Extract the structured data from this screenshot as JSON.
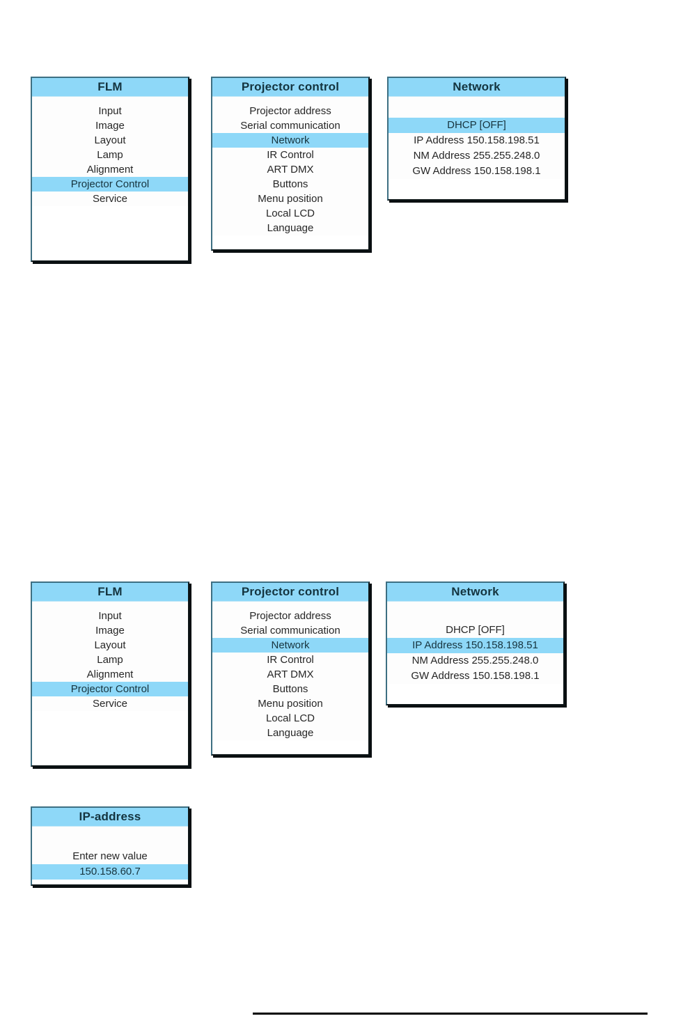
{
  "theme": {
    "accent": "#8ed8f8",
    "panel_bg": "#fdfdfd",
    "border": "#3d6f82",
    "shadow": "#0a0f11",
    "text": "#262626"
  },
  "panels": [
    {
      "id": "flm-1",
      "name": "flm-main-menu",
      "title": "FLM",
      "rows": [
        {
          "label": "Input",
          "selected": false
        },
        {
          "label": "Image",
          "selected": false
        },
        {
          "label": "Layout",
          "selected": false
        },
        {
          "label": "Lamp",
          "selected": false
        },
        {
          "label": "Alignment",
          "selected": false
        },
        {
          "label": "Projector Control",
          "selected": true
        },
        {
          "label": "Service",
          "selected": false
        }
      ]
    },
    {
      "id": "pc-1",
      "name": "projector-control-menu",
      "title": "Projector control",
      "rows": [
        {
          "label": "Projector address",
          "selected": false
        },
        {
          "label": "Serial communication",
          "selected": false
        },
        {
          "label": "Network",
          "selected": true
        },
        {
          "label": "IR Control",
          "selected": false
        },
        {
          "label": "ART DMX",
          "selected": false
        },
        {
          "label": "Buttons",
          "selected": false
        },
        {
          "label": "Menu position",
          "selected": false
        },
        {
          "label": "Local LCD",
          "selected": false
        },
        {
          "label": "Language",
          "selected": false
        }
      ]
    },
    {
      "id": "net-1",
      "name": "network-menu-dhcp-selected",
      "title": "Network",
      "rows": [
        {
          "label": "",
          "selected": false,
          "blank": true
        },
        {
          "label": "DHCP [OFF]",
          "selected": true
        },
        {
          "label": "IP Address 150.158.198.51",
          "selected": false
        },
        {
          "label": "NM Address 255.255.248.0",
          "selected": false
        },
        {
          "label": "GW Address 150.158.198.1",
          "selected": false
        }
      ]
    },
    {
      "id": "flm-2",
      "name": "flm-main-menu",
      "title": "FLM",
      "rows": [
        {
          "label": "Input",
          "selected": false
        },
        {
          "label": "Image",
          "selected": false
        },
        {
          "label": "Layout",
          "selected": false
        },
        {
          "label": "Lamp",
          "selected": false
        },
        {
          "label": "Alignment",
          "selected": false
        },
        {
          "label": "Projector Control",
          "selected": true
        },
        {
          "label": "Service",
          "selected": false
        }
      ]
    },
    {
      "id": "pc-2",
      "name": "projector-control-menu",
      "title": "Projector control",
      "rows": [
        {
          "label": "Projector address",
          "selected": false
        },
        {
          "label": "Serial communication",
          "selected": false
        },
        {
          "label": "Network",
          "selected": true
        },
        {
          "label": "IR Control",
          "selected": false
        },
        {
          "label": "ART DMX",
          "selected": false
        },
        {
          "label": "Buttons",
          "selected": false
        },
        {
          "label": "Menu position",
          "selected": false
        },
        {
          "label": "Local LCD",
          "selected": false
        },
        {
          "label": "Language",
          "selected": false
        }
      ]
    },
    {
      "id": "net-2",
      "name": "network-menu-ip-selected",
      "title": "Network",
      "rows": [
        {
          "label": "",
          "selected": false,
          "blank": true
        },
        {
          "label": "DHCP [OFF]",
          "selected": false
        },
        {
          "label": "IP Address 150.158.198.51",
          "selected": true
        },
        {
          "label": "NM Address 255.255.248.0",
          "selected": false
        },
        {
          "label": "GW Address 150.158.198.1",
          "selected": false
        }
      ]
    },
    {
      "id": "ip-1",
      "name": "ip-address-entry-dialog",
      "title": "IP-address",
      "rows": [
        {
          "label": "",
          "selected": false,
          "blank": true
        },
        {
          "label": "Enter new value",
          "selected": false
        },
        {
          "label": "150.158.60.7",
          "selected": true
        }
      ]
    }
  ]
}
